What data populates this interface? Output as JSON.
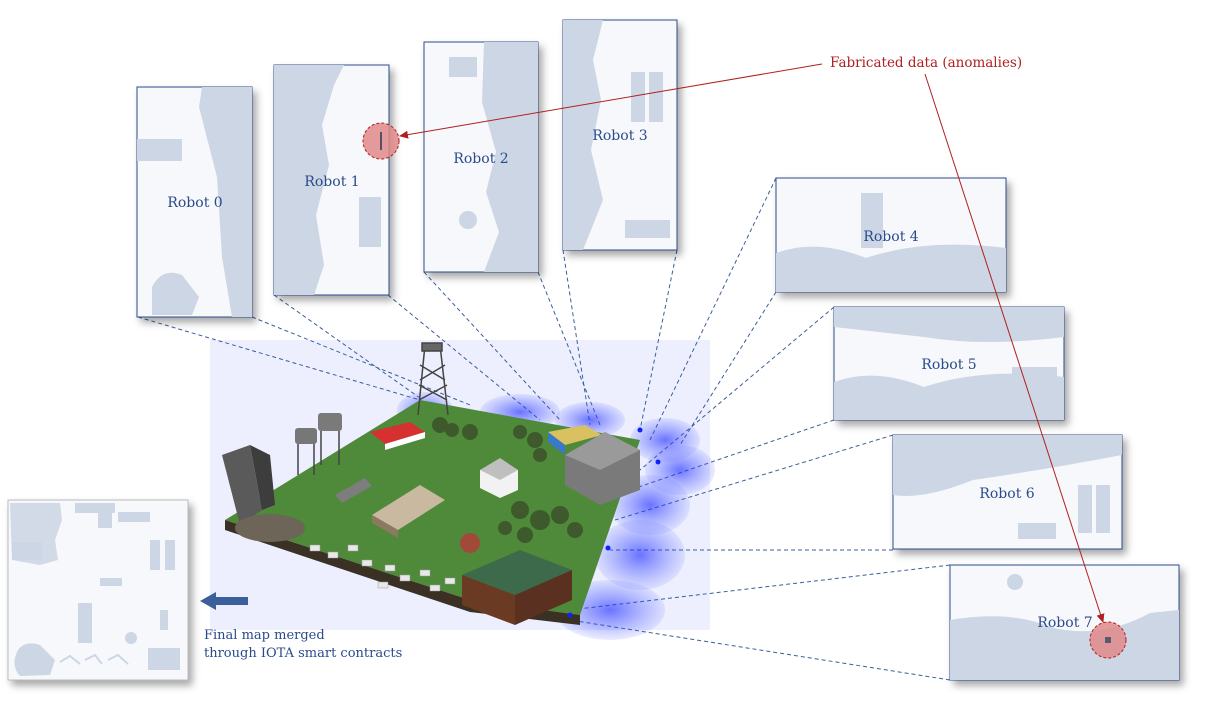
{
  "robots": [
    {
      "label": "Robot 0"
    },
    {
      "label": "Robot 1"
    },
    {
      "label": "Robot 2"
    },
    {
      "label": "Robot 3"
    },
    {
      "label": "Robot 4"
    },
    {
      "label": "Robot 5"
    },
    {
      "label": "Robot 6"
    },
    {
      "label": "Robot 7"
    }
  ],
  "annotation": {
    "text": "Fabricated data (anomalies)"
  },
  "final_map": {
    "caption_line1": "Final map merged",
    "caption_line2": "through IOTA smart contracts"
  },
  "colors": {
    "map_frame": "#2f4d8a",
    "map_fill": "#cdd6e4",
    "map_free": "#f7f8fb",
    "robot_label": "#2a4a8c",
    "anomaly": "#b02020",
    "anomaly_fill": "#e08a8a",
    "scan_blue": "#2a3cff",
    "ground": "#4f8a3a",
    "arrow": "#3a5f9a"
  }
}
